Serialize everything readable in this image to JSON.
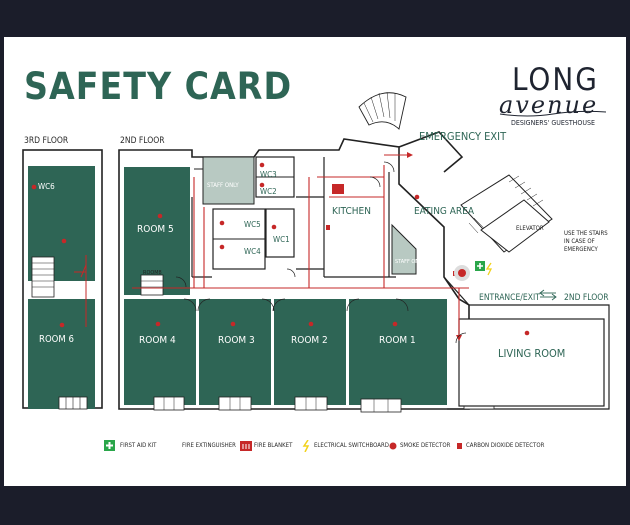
{
  "title": "SAFETY CARD",
  "brand": {
    "line1": "LONG",
    "line2": "avenue",
    "line3": "DESIGNERS' GUESTHOUSE"
  },
  "floors": {
    "third": "3RD FLOOR",
    "second": "2ND FLOOR"
  },
  "labels": {
    "emergency_exit": "EMERGENCY EXIT",
    "wc6": "WC6",
    "wc3": "WC3",
    "wc2": "WC2",
    "wc5": "WC5",
    "wc1": "WC1",
    "wc4": "WC4",
    "staff_only_1": "STAFF ONLY",
    "staff_only_2": "STAFF ONLY",
    "kitchen": "KITCHEN",
    "eating_area": "EATING AREA",
    "elevator": "ELEVATOR",
    "stairs_note": "USE THE STAIRS\nIN CASE OF\nEMERGENCY",
    "entrance_exit": "ENTRANCE/EXIT",
    "second_floor_arrow": "2ND FLOOR",
    "living_room": "LIVING ROOM",
    "room1": "ROOM 1",
    "room2": "ROOM 2",
    "room3": "ROOM 3",
    "room4": "ROOM 4",
    "room5": "ROOM 5",
    "room6": "ROOM 6",
    "room8": "ROOM8"
  },
  "legend": {
    "first_aid": "FIRST AID KIT",
    "extinguisher": "FIRE EXTINGUISHER",
    "blanket": "FIRE BLANKET",
    "switchboard": "ELECTRICAL SWITCHBOARD",
    "smoke": "SMOKE DETECTOR",
    "co2": "CARBON DIOXIDE DETECTOR"
  },
  "colors": {
    "room_fill": "#2e6555",
    "staff_fill": "#b8c9c2",
    "route": "#c62828",
    "wall": "#222222",
    "accent_green": "#2e6555",
    "first_aid_green": "#2aa64a",
    "switchboard_yellow": "#f2d21b"
  },
  "icons": [
    "first-aid-icon",
    "fire-extinguisher-icon",
    "fire-blanket-icon",
    "electrical-switchboard-icon",
    "smoke-detector-icon",
    "carbon-dioxide-detector-icon"
  ]
}
